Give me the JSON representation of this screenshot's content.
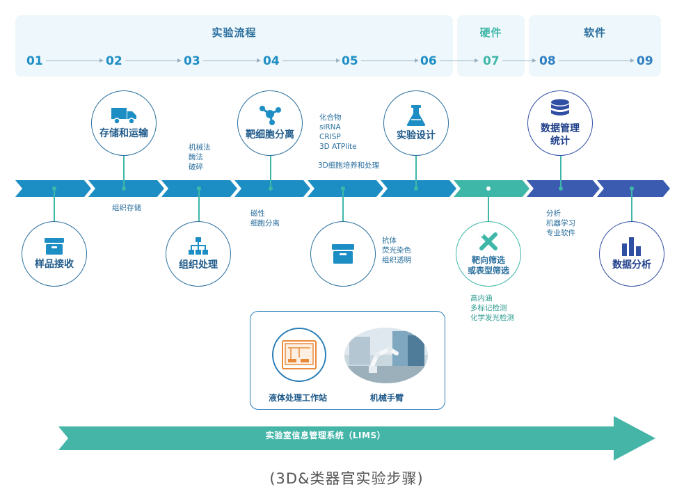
{
  "header": {
    "sections": [
      {
        "title": "实验流程",
        "color": "#2a6f9e"
      },
      {
        "title": "硬件",
        "color": "#3fb7a8"
      },
      {
        "title": "软件",
        "color": "#2a6f9e"
      }
    ],
    "steps": [
      "01",
      "02",
      "03",
      "04",
      "05",
      "06",
      "07",
      "08",
      "09"
    ]
  },
  "stages": [
    {
      "label": "样品接收",
      "icon": "box-icon"
    },
    {
      "label": "存储和运输",
      "icon": "truck-icon"
    },
    {
      "label": "组织处理",
      "icon": "hierarchy-icon"
    },
    {
      "label": "靶细胞分离",
      "icon": "molecule-icon"
    },
    {
      "label": "",
      "icon": "box-icon"
    },
    {
      "label": "实验设计",
      "icon": "flask-icon"
    },
    {
      "label_line1": "靶向筛选",
      "label_line2": "或表型筛选",
      "icon": "tools-icon"
    },
    {
      "label_line1": "数据管理",
      "label_line2": "统计",
      "icon": "database-icon"
    },
    {
      "label": "数据分析",
      "icon": "bar-chart-icon"
    }
  ],
  "notes": {
    "storage": "组织存储",
    "tissue": [
      "机械法",
      "酶法",
      "破碎"
    ],
    "separation": [
      "磁性",
      "细胞分离"
    ],
    "compounds": [
      "化合物",
      "siRNA",
      "CRISP",
      "3D ATPlite"
    ],
    "culture": "3D细胞培养和处理",
    "staining": [
      "抗体",
      "荧光染色",
      "组织透明"
    ],
    "screening": [
      "高内涵",
      "多标记检测",
      "化学发光检测"
    ],
    "software": [
      "分析",
      "机器学习",
      "专业软件"
    ]
  },
  "equipment": {
    "items": [
      "液体处理工作站",
      "机械手臂"
    ]
  },
  "lims": "实验室信息管理系统（LIMS）",
  "caption": "(3D&类器官实验步骤)",
  "colors": {
    "primary_blue": "#1d8ec4",
    "teal": "#3fb7a8",
    "navy": "#3a5bb0"
  }
}
